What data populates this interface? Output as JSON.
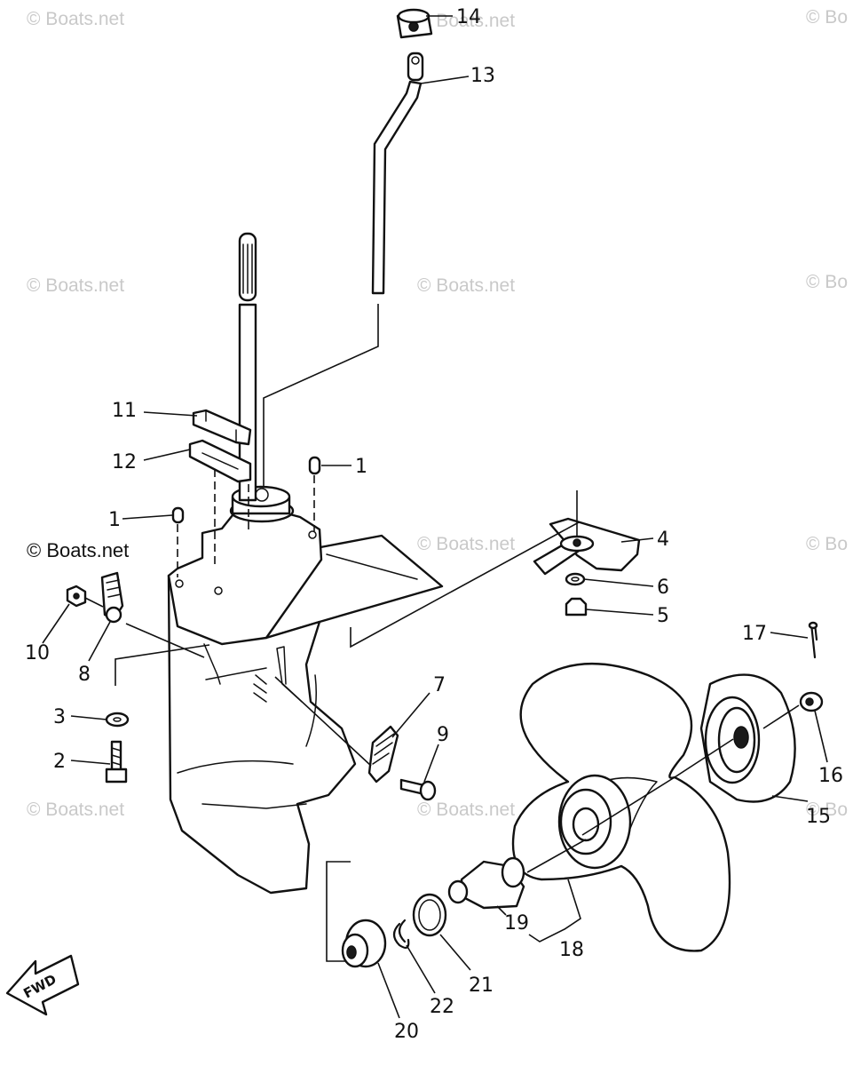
{
  "watermark": "© Boats.net",
  "watermark_cropped": "© Bo",
  "fwd_label": "FWD",
  "labels": {
    "p1a": "1",
    "p1b": "1",
    "p2": "2",
    "p3": "3",
    "p4": "4",
    "p5": "5",
    "p6": "6",
    "p7": "7",
    "p8": "8",
    "p9": "9",
    "p10": "10",
    "p11": "11",
    "p12": "12",
    "p13": "13",
    "p14": "14",
    "p15": "15",
    "p16": "16",
    "p17": "17",
    "p18": "18",
    "p19": "19",
    "p20": "20",
    "p21": "21",
    "p22": "22"
  }
}
